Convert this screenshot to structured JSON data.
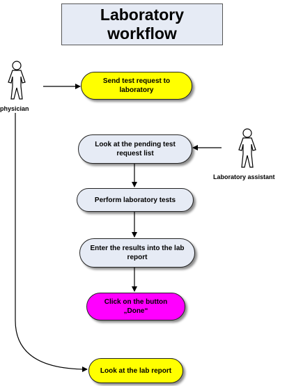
{
  "title": "Laboratory\nworkflow",
  "actors": {
    "physician": "physician",
    "lab_assistant": "Laboratory assistant"
  },
  "steps": {
    "send_request": "Send test request to\nlaboratory",
    "look_pending": "Look at the pending test\nrequest list",
    "perform_tests": "Perform laboratory tests",
    "enter_results": "Enter the results into the lab\nreport",
    "click_done": "Click on the button\n„Done“",
    "look_report": "Look at the lab report"
  },
  "colors": {
    "yellow": "#ffff00",
    "light_blue": "#e6ebf5",
    "magenta": "#ff00ff",
    "title_bg": "#e6ebf5"
  }
}
